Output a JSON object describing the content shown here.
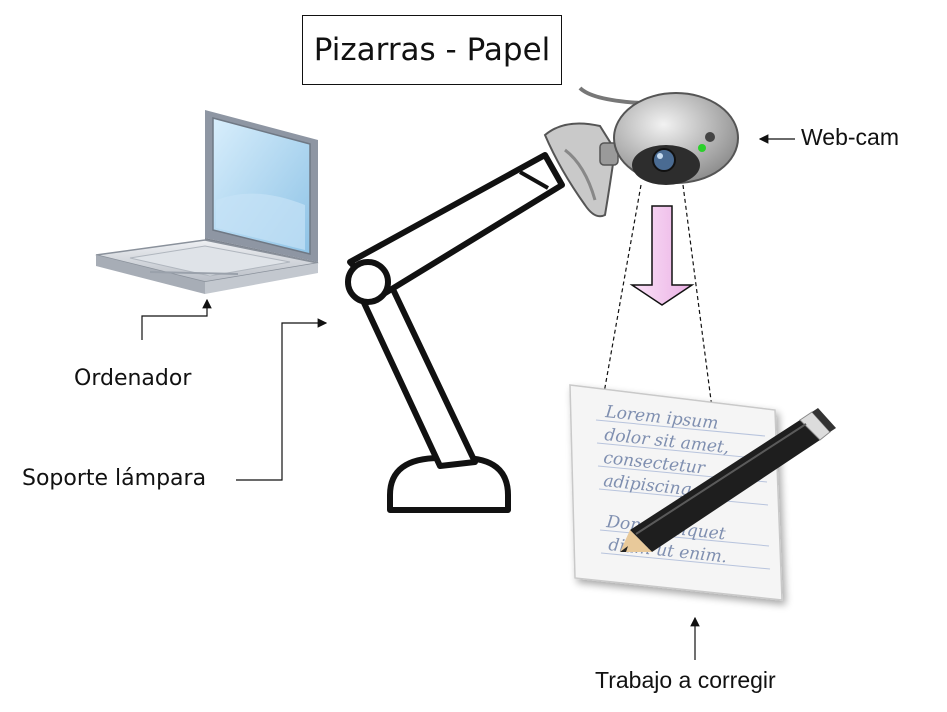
{
  "title": "Pizarras - Papel",
  "labels": {
    "webcam": "Web-cam",
    "ordenador": "Ordenador",
    "soporte": "Soporte lámpara",
    "trabajo": "Trabajo a corregir"
  },
  "paper_lines": [
    "Lorem ipsum",
    "dolor sit amet,",
    "consectetur",
    "adipiscing elit.",
    "Donec aliquet",
    "diam ut enim."
  ],
  "colors": {
    "laptop_screen": "#a9d3ef",
    "laptop_body": "#d9dde3",
    "webcam_led": "#2bd02b",
    "arrow_fill": "#f5c6f0",
    "line": "#111111"
  },
  "icons": [
    "laptop-icon",
    "desk-lamp-icon",
    "webcam-icon",
    "paper-sheet-icon",
    "pencil-icon"
  ]
}
